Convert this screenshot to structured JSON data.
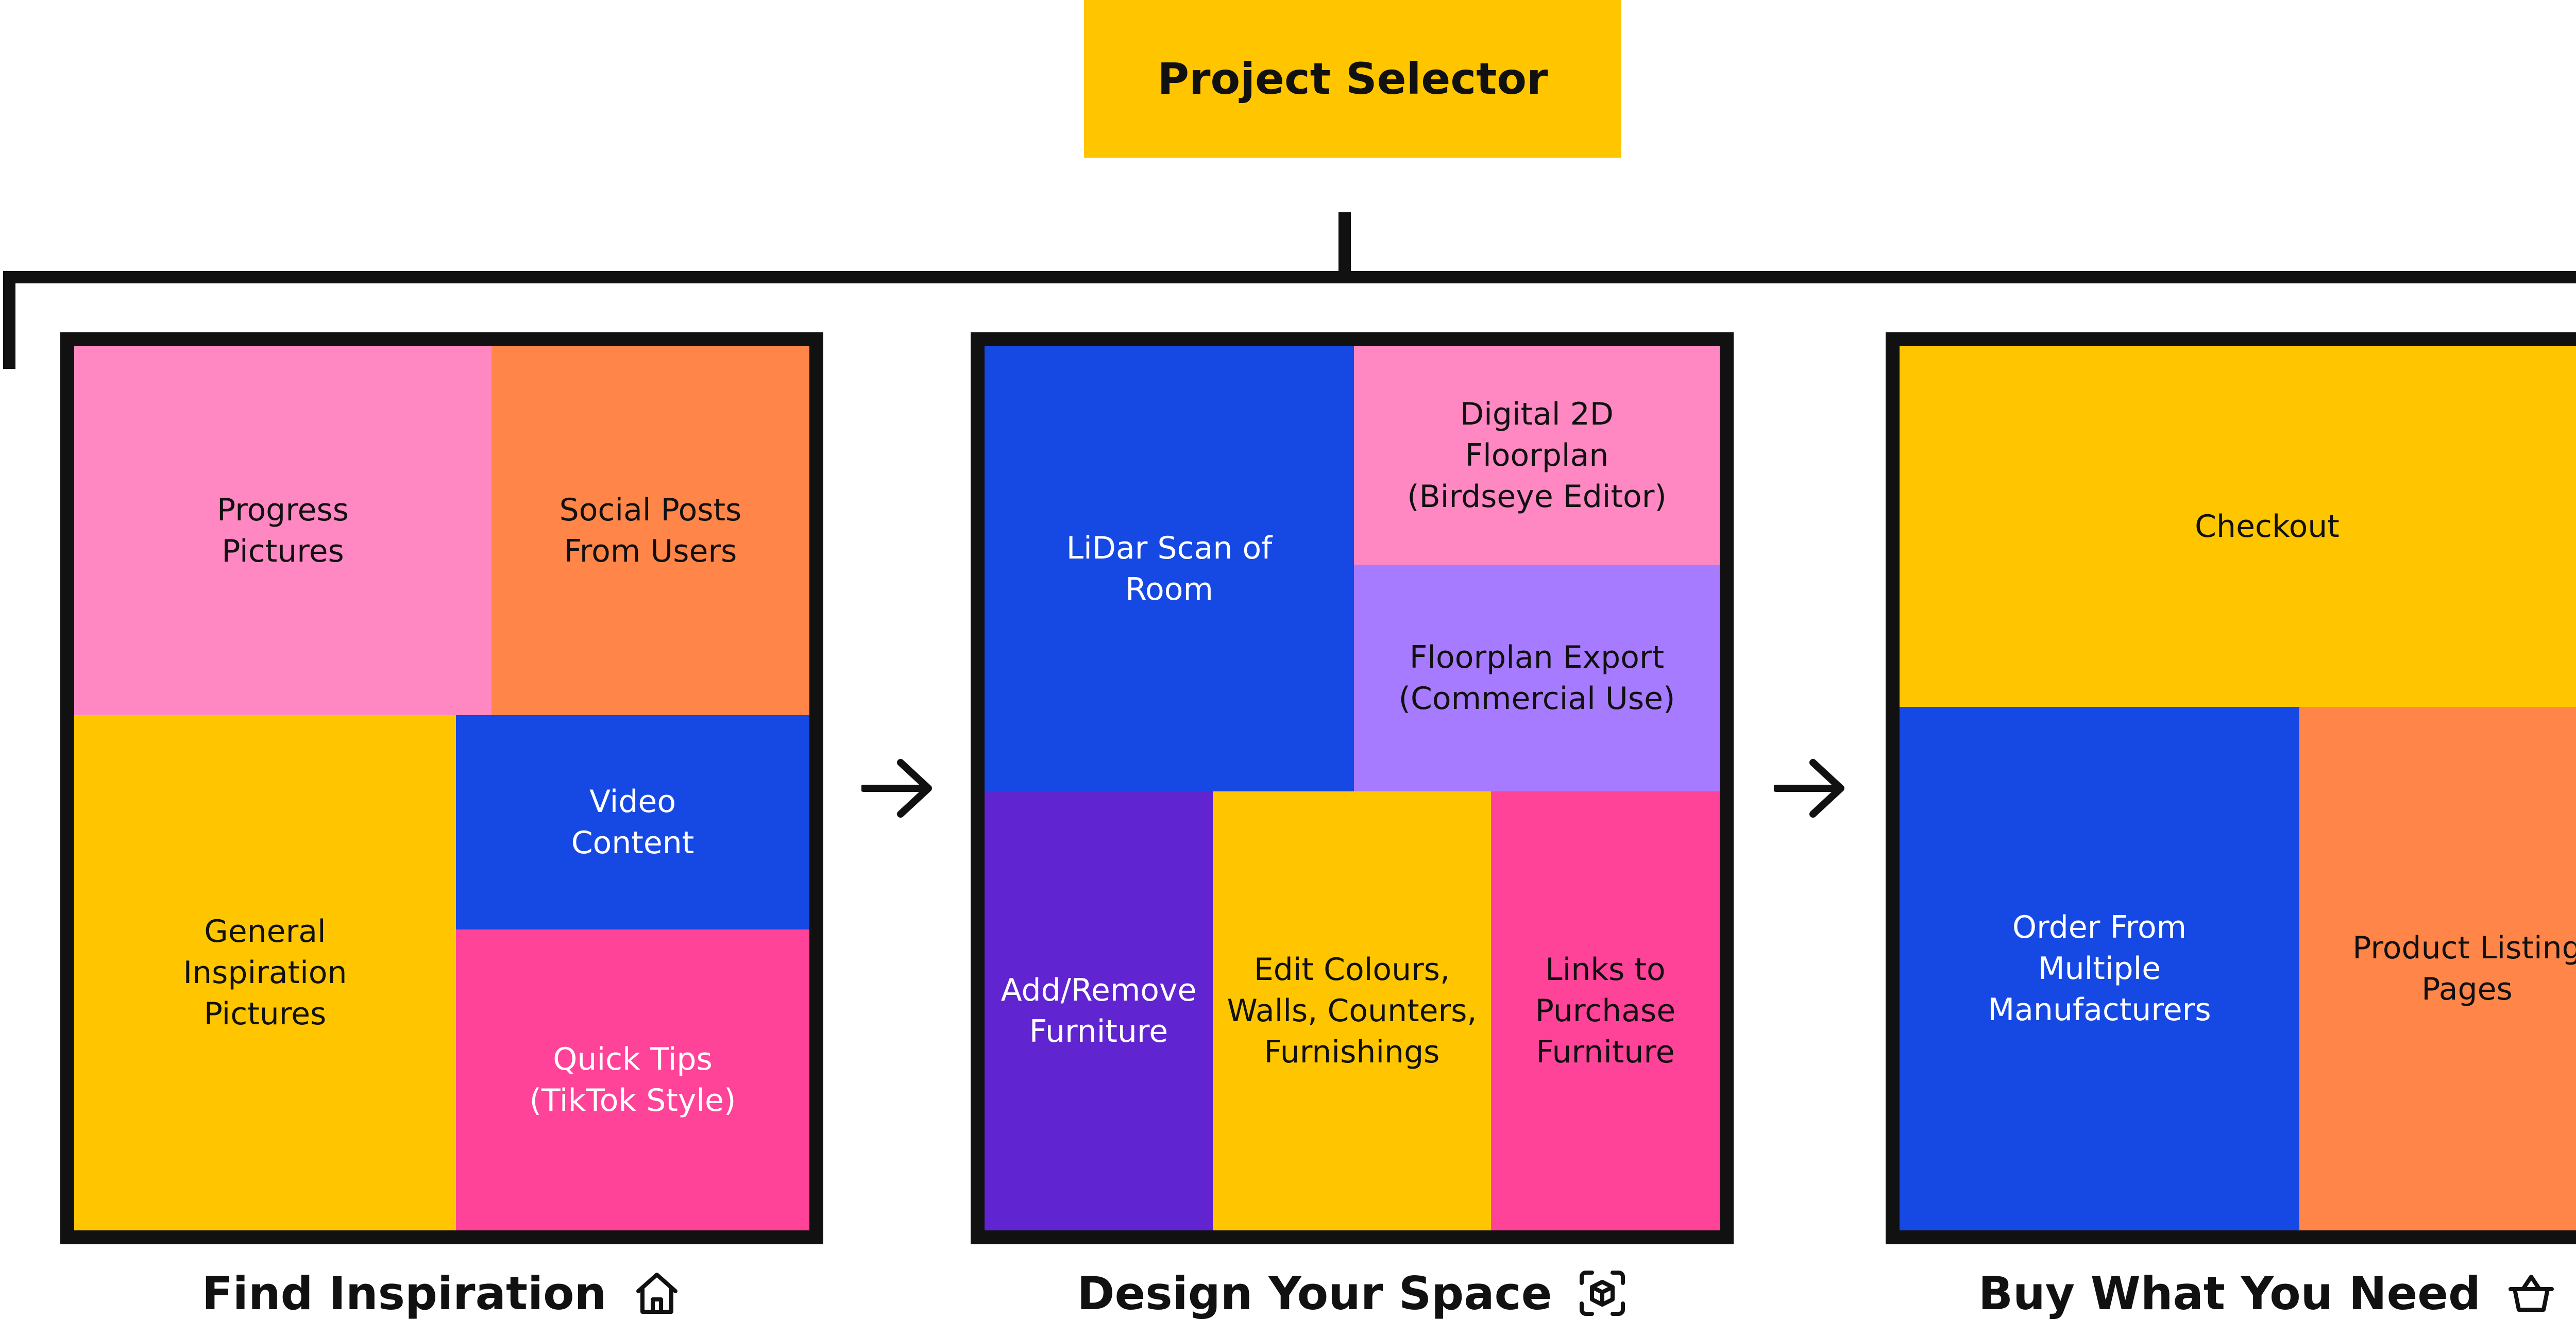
{
  "colors": {
    "yellow": "#FFC600",
    "pink": "#FF88C2",
    "orange": "#FF8548",
    "blue": "#1649E3",
    "magenta": "#FF4399",
    "lavender": "#A77BFF",
    "purple": "#6024D1",
    "black": "#111111"
  },
  "root": {
    "label": "Project Selector"
  },
  "panels": [
    {
      "caption": "Find Inspiration",
      "icon": "home-icon",
      "cells": [
        {
          "label": "Progress\nPictures"
        },
        {
          "label": "Social Posts\nFrom Users"
        },
        {
          "label": "General\nInspiration\nPictures"
        },
        {
          "label": "Video\nContent"
        },
        {
          "label": "Quick Tips\n(TikTok Style)"
        }
      ]
    },
    {
      "caption": "Design Your Space",
      "icon": "3d-scan-icon",
      "cells": [
        {
          "label": "LiDar Scan of\nRoom"
        },
        {
          "label": "Digital 2D\nFloorplan\n(Birdseye Editor)"
        },
        {
          "label": "Floorplan Export\n(Commercial Use)"
        },
        {
          "label": "Add/Remove\nFurniture"
        },
        {
          "label": "Edit Colours,\nWalls, Counters,\nFurnishings"
        },
        {
          "label": "Links to\nPurchase\nFurniture"
        }
      ]
    },
    {
      "caption": "Buy What You Need",
      "icon": "basket-icon",
      "cells": [
        {
          "label": "Checkout"
        },
        {
          "label": "Order From\nMultiple\nManufacturers"
        },
        {
          "label": "Product Listing\nPages"
        }
      ]
    }
  ],
  "arrows": [
    "arrow-right-icon",
    "arrow-right-icon"
  ]
}
